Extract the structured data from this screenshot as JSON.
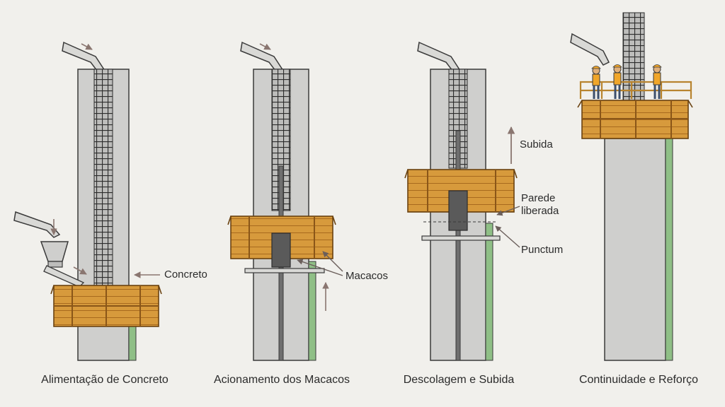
{
  "captions": [
    "Alimentação de Concreto",
    "Acionamento dos Macacos",
    "Descolagem e Subida",
    "Continuidade e Reforço"
  ],
  "labels": {
    "concreto": "Concreto",
    "macacos": "Macacos",
    "subida": "Subida",
    "parede_liberada_line1": "Parede",
    "parede_liberada_line2": "liberada",
    "punctum": "Punctum"
  },
  "colors": {
    "background": "#f1f0ec",
    "wall": "#cfcfcd",
    "wood": "#d79a3c",
    "wood_dark": "#a86a1e",
    "green_strip": "#8fbf86",
    "steel": "#6f6f6f",
    "arrow": "#8a7670"
  }
}
